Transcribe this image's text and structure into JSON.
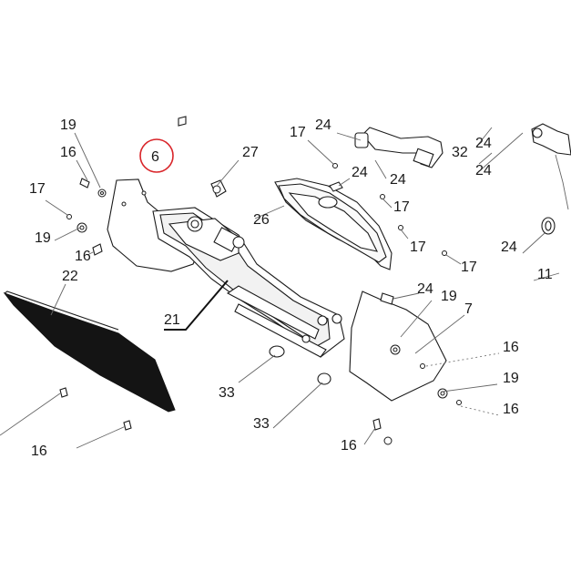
{
  "diagram": {
    "highlighted_part": "6",
    "callouts": {
      "c19_top": "19",
      "c16_a": "16",
      "c6": "6",
      "c27": "27",
      "c17_top": "17",
      "c24_top": "24",
      "c32": "32",
      "c24_r1": "24",
      "c24_r2": "24",
      "c17_left": "17",
      "c19_left": "19",
      "c16_b": "16",
      "c24_mid": "24",
      "c24_mid2": "24",
      "c26": "26",
      "c17_mid": "17",
      "c17_mid2": "17",
      "c17_mid3": "17",
      "c24_right": "24",
      "c11": "11",
      "c22": "22",
      "c24_lower": "24",
      "c19_lower": "19",
      "c7": "7",
      "c21": "21",
      "c16_right": "16",
      "c19_right": "19",
      "c16_right2": "16",
      "c33_a": "33",
      "c33_b": "33",
      "c16_bottom": "16",
      "c16_cut": "16"
    }
  }
}
